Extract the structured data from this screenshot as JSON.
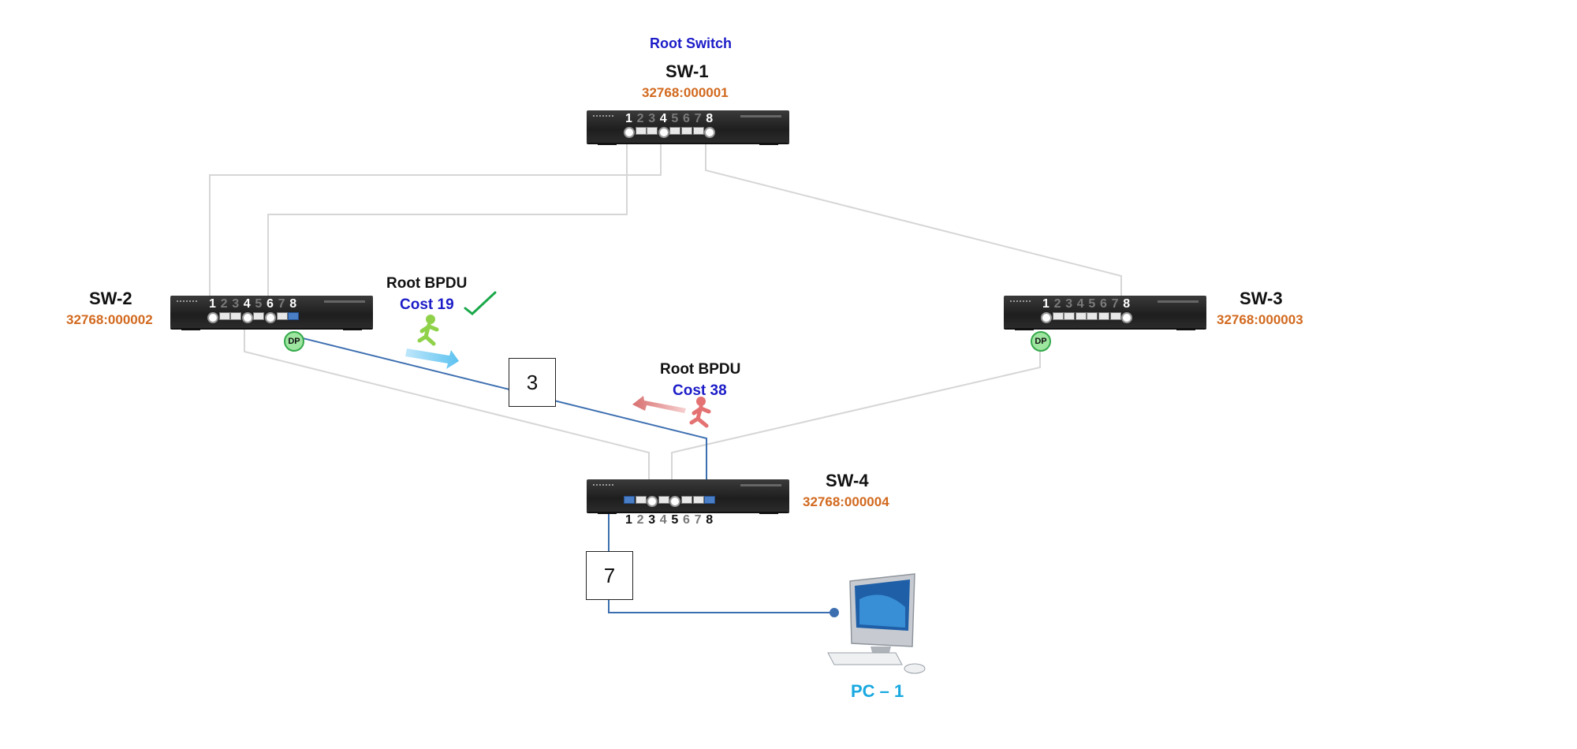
{
  "root_label": "Root Switch",
  "switches": {
    "sw1": {
      "name": "SW-1",
      "bridge_id": "32768:000001"
    },
    "sw2": {
      "name": "SW-2",
      "bridge_id": "32768:000002"
    },
    "sw3": {
      "name": "SW-3",
      "bridge_id": "32768:000003"
    },
    "sw4": {
      "name": "SW-4",
      "bridge_id": "32768:000004"
    }
  },
  "port_numbers": [
    "1",
    "2",
    "3",
    "4",
    "5",
    "6",
    "7",
    "8"
  ],
  "port_highlight": {
    "sw1": [
      1,
      4,
      8
    ],
    "sw2": [
      1,
      4,
      6,
      8
    ],
    "sw3": [
      1,
      8
    ],
    "sw4": [
      1,
      3,
      5,
      8
    ]
  },
  "bpdu_left": {
    "title": "Root BPDU",
    "cost": "Cost 19"
  },
  "bpdu_right": {
    "title": "Root BPDU",
    "cost": "Cost 38"
  },
  "link_costs": {
    "sw2_sw4": "3",
    "sw4_pc": "7"
  },
  "dp_label": "DP",
  "pc_label": "PC – 1",
  "colors": {
    "root_label": "#1c1cc8",
    "bridge_id": "#d2691e",
    "cost": "#1c1cc8",
    "pc_label": "#18a8e0",
    "active_link": "#3d6fb0",
    "idle_link": "#d6d6d6",
    "dp_fill": "#9ee6a0",
    "check": "#1aa84a"
  }
}
